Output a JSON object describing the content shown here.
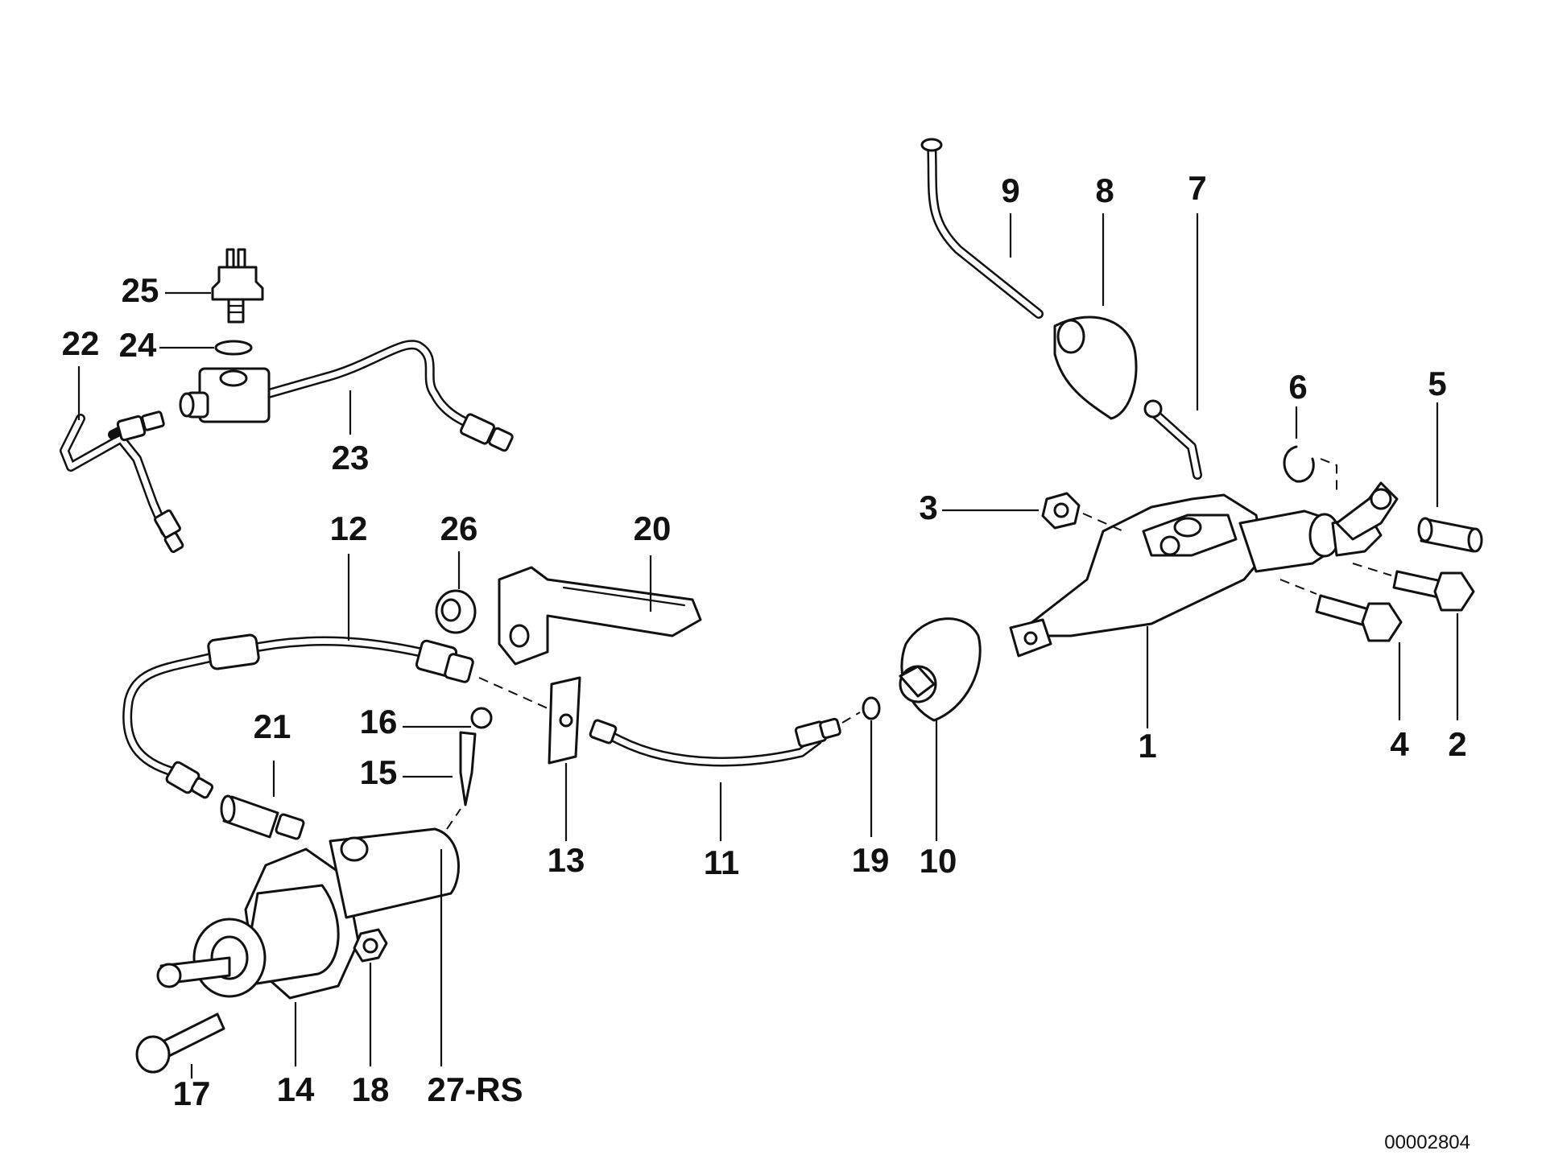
{
  "diagram": {
    "reference_number": "00002804",
    "callouts": [
      {
        "id": "c1",
        "label": "1"
      },
      {
        "id": "c2",
        "label": "2"
      },
      {
        "id": "c3",
        "label": "3"
      },
      {
        "id": "c4",
        "label": "4"
      },
      {
        "id": "c5",
        "label": "5"
      },
      {
        "id": "c6",
        "label": "6"
      },
      {
        "id": "c7",
        "label": "7"
      },
      {
        "id": "c8",
        "label": "8"
      },
      {
        "id": "c9",
        "label": "9"
      },
      {
        "id": "c10",
        "label": "10"
      },
      {
        "id": "c11",
        "label": "11"
      },
      {
        "id": "c12",
        "label": "12"
      },
      {
        "id": "c13",
        "label": "13"
      },
      {
        "id": "c14",
        "label": "14"
      },
      {
        "id": "c15",
        "label": "15"
      },
      {
        "id": "c16",
        "label": "16"
      },
      {
        "id": "c17",
        "label": "17"
      },
      {
        "id": "c18",
        "label": "18"
      },
      {
        "id": "c19",
        "label": "19"
      },
      {
        "id": "c20",
        "label": "20"
      },
      {
        "id": "c21",
        "label": "21"
      },
      {
        "id": "c22",
        "label": "22"
      },
      {
        "id": "c23",
        "label": "23"
      },
      {
        "id": "c24",
        "label": "24"
      },
      {
        "id": "c25",
        "label": "25"
      },
      {
        "id": "c26",
        "label": "26"
      },
      {
        "id": "c27",
        "label": "27-RS"
      }
    ]
  }
}
